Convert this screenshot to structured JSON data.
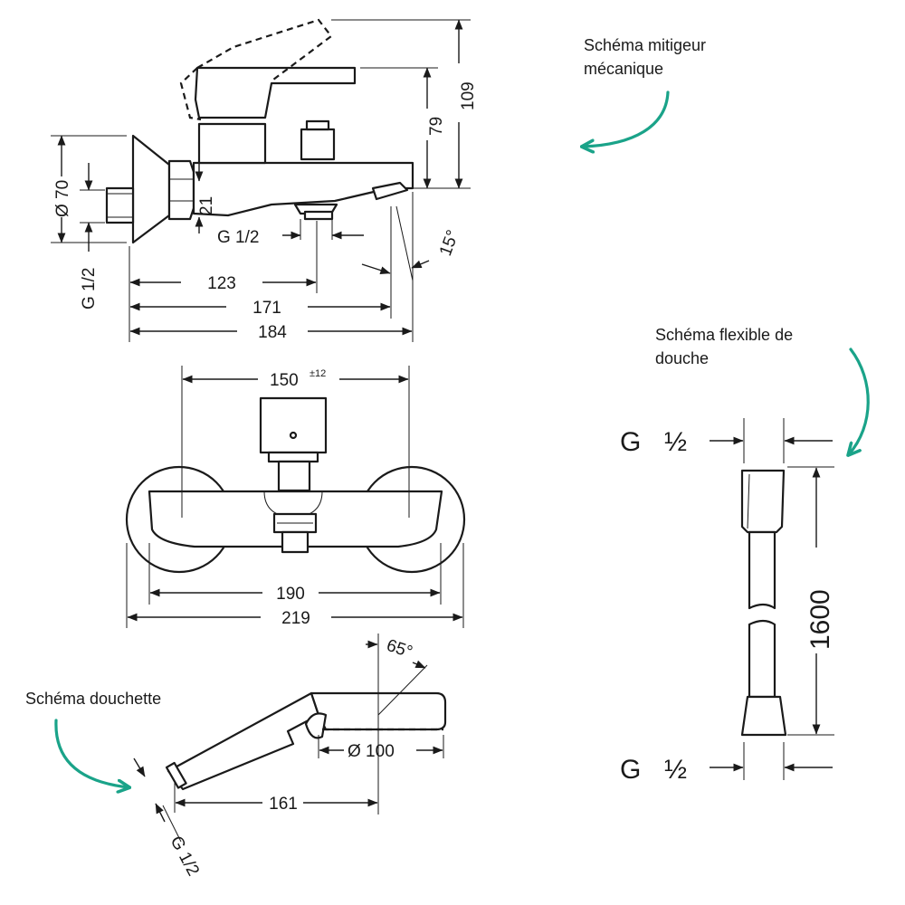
{
  "captions": {
    "mitigeur": [
      "Schéma mitigeur",
      "mécanique"
    ],
    "flexible": [
      "Schéma flexible de",
      "douche"
    ],
    "douchette": "Schéma douchette"
  },
  "colors": {
    "accent": "#1aa389",
    "ink": "#1a1a1a"
  },
  "mitigeur_side": {
    "d70": "Ø 70",
    "g12_left": "G 1/2",
    "h21": "21",
    "g12_spout": "G 1/2",
    "h79": "79",
    "h109": "109",
    "angle": "15°",
    "w123": "123",
    "w171": "171",
    "w184": "184"
  },
  "mitigeur_top": {
    "w150": "150",
    "w150_tol": "±12",
    "w190": "190",
    "w219": "219"
  },
  "douchette": {
    "angle": "65°",
    "d100": "Ø 100",
    "l161": "161",
    "g12": "G 1/2"
  },
  "flexible": {
    "g_top": "G",
    "half_top": "½",
    "length": "1600",
    "g_bottom": "G",
    "half_bottom": "½"
  }
}
